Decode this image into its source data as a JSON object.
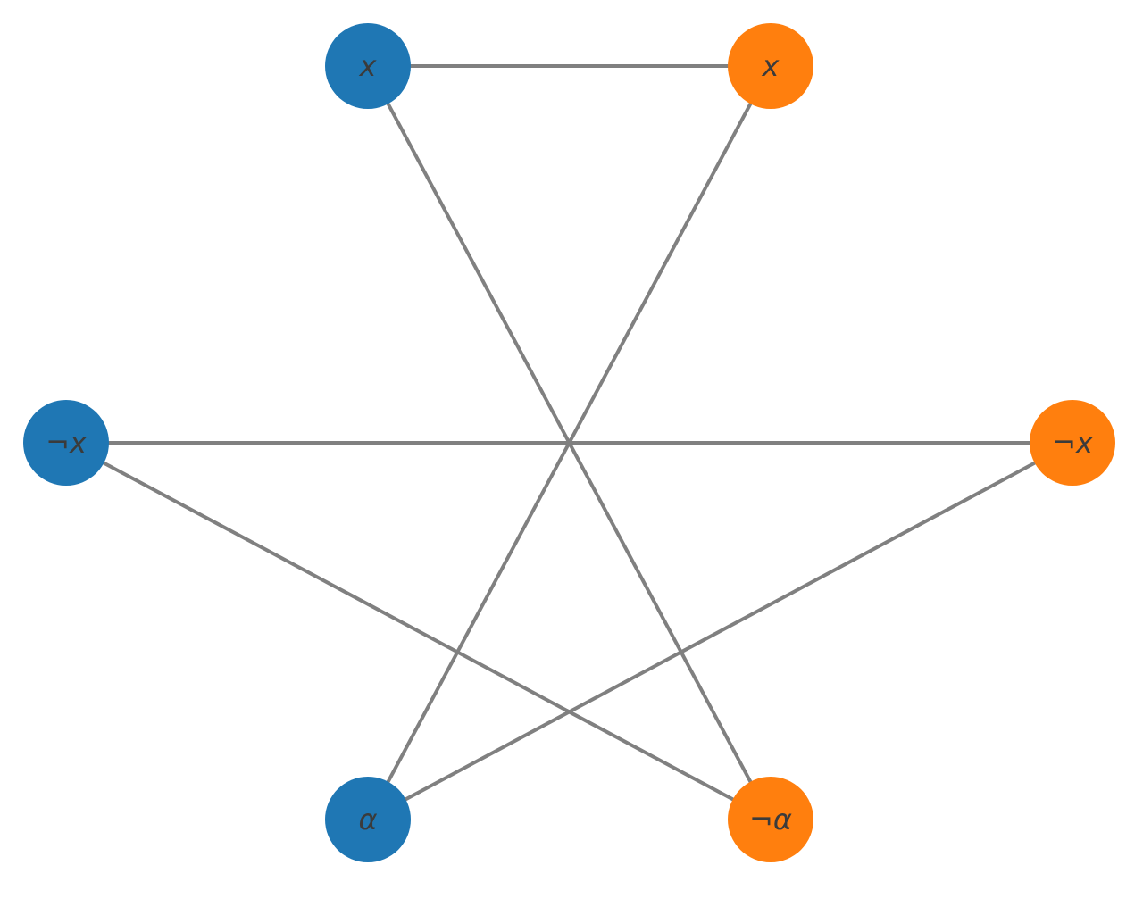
{
  "colors": {
    "blue": "#1f77b4",
    "orange": "#ff7f0e",
    "edge": "#808080",
    "label": "#3b3b3b"
  },
  "nodes": [
    {
      "id": "x_blue",
      "label": "x",
      "color": "blue"
    },
    {
      "id": "x_orange",
      "label": "x",
      "color": "orange"
    },
    {
      "id": "notx_blue",
      "label": "¬x",
      "color": "blue"
    },
    {
      "id": "notx_orange",
      "label": "¬x",
      "color": "orange"
    },
    {
      "id": "alpha_blue",
      "label": "α",
      "color": "blue"
    },
    {
      "id": "notalpha_orange",
      "label": "¬α",
      "color": "orange"
    }
  ],
  "edges": [
    {
      "source": "x_blue",
      "target": "x_orange"
    },
    {
      "source": "x_blue",
      "target": "notalpha_orange"
    },
    {
      "source": "x_orange",
      "target": "alpha_blue"
    },
    {
      "source": "notx_blue",
      "target": "notx_orange"
    },
    {
      "source": "notx_blue",
      "target": "notalpha_orange"
    },
    {
      "source": "notx_orange",
      "target": "alpha_blue"
    }
  ]
}
